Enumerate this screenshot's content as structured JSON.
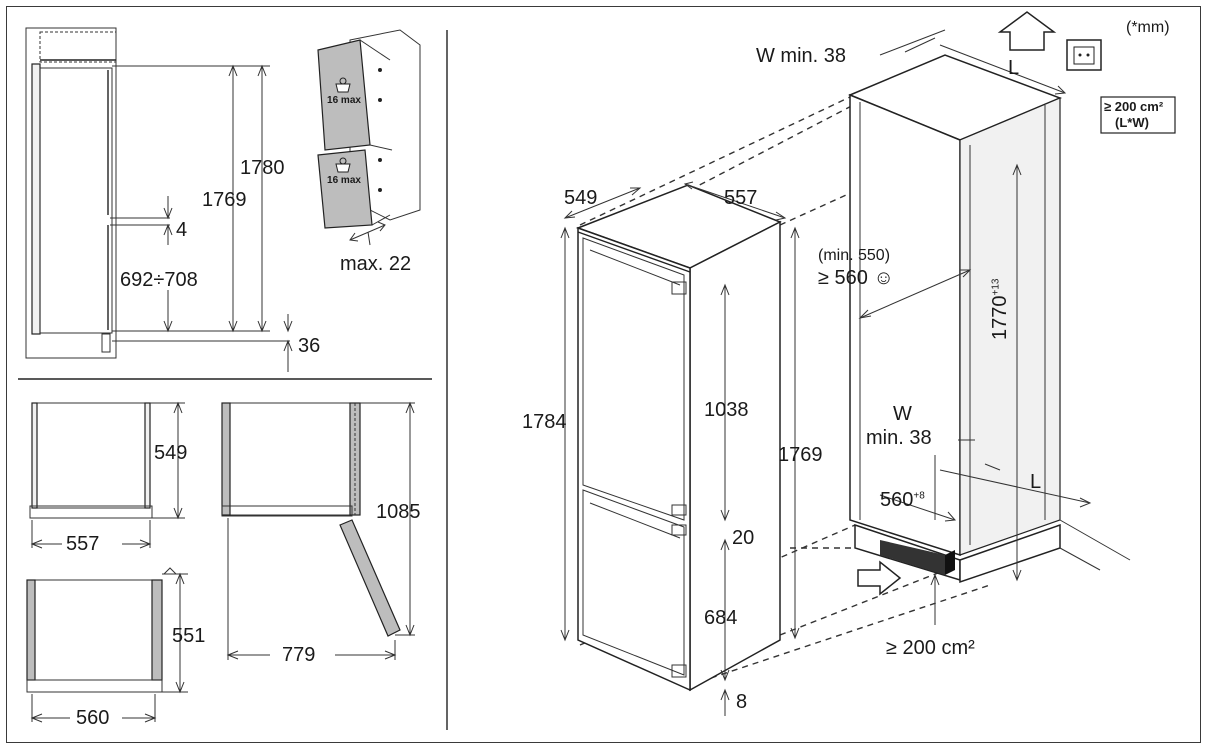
{
  "units_note": "(*mm)",
  "side_view": {
    "height_outer": "1780",
    "height_inner": "1769",
    "gap": "4",
    "lower_range": "692÷708",
    "plinth": "36"
  },
  "door_weight": {
    "upper_label": "16 max",
    "lower_label": "16 max",
    "depth_note": "max. 22"
  },
  "top_views": {
    "closed_depth": "549",
    "closed_width": "557",
    "open_depth": "1085",
    "open_width": "779",
    "niche_depth": "551",
    "niche_width": "560"
  },
  "appliance": {
    "depth": "549",
    "width": "557",
    "total_height": "1784",
    "upper_height": "1038",
    "side_height": "1769",
    "gap": "20",
    "lower_height": "684",
    "base": "8"
  },
  "niche": {
    "vent_top": "W min. 38",
    "vent_top_length": "L",
    "vent_area": "≥ 200 cm²",
    "vent_area_formula": "(L*W)",
    "depth_min": "(min. 550)",
    "depth_recommended": "≥ 560 ☺",
    "height": "1770",
    "height_tolerance": "+13",
    "vent_bottom_w": "W",
    "vent_bottom_min": "min. 38",
    "vent_bottom_length": "L",
    "width": "560",
    "width_tolerance": "+8",
    "bottom_vent_area": "≥ 200 cm²"
  },
  "icons": [
    "up-arrow-icon",
    "power-socket-icon",
    "weight-icon",
    "air-intake-arrow-icon"
  ]
}
